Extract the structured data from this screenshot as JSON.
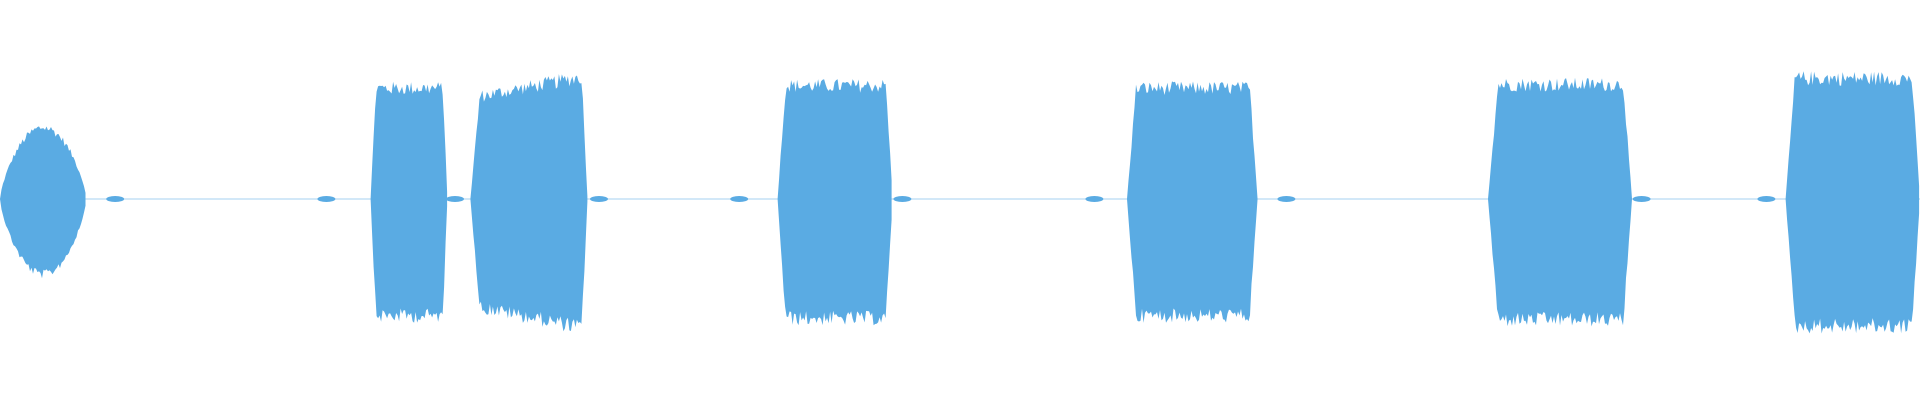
{
  "waveform": {
    "color": "#5aabe3",
    "background": "#ffffff",
    "segments": [
      {
        "start": 0.0,
        "end": 0.045,
        "level": 0.58,
        "shape": "round"
      },
      {
        "start": 0.193,
        "end": 0.233,
        "level": 0.9,
        "shape": "block"
      },
      {
        "start": 0.245,
        "end": 0.306,
        "level": 1.0,
        "shape": "ramp"
      },
      {
        "start": 0.405,
        "end": 0.465,
        "level": 0.92,
        "shape": "block"
      },
      {
        "start": 0.587,
        "end": 0.655,
        "level": 0.9,
        "shape": "block"
      },
      {
        "start": 0.775,
        "end": 0.85,
        "level": 0.93,
        "shape": "block"
      },
      {
        "start": 0.93,
        "end": 1.0,
        "level": 0.98,
        "shape": "block"
      }
    ],
    "blips": [
      0.06,
      0.17,
      0.237,
      0.312,
      0.385,
      0.47,
      0.57,
      0.67,
      0.855,
      0.92
    ]
  }
}
